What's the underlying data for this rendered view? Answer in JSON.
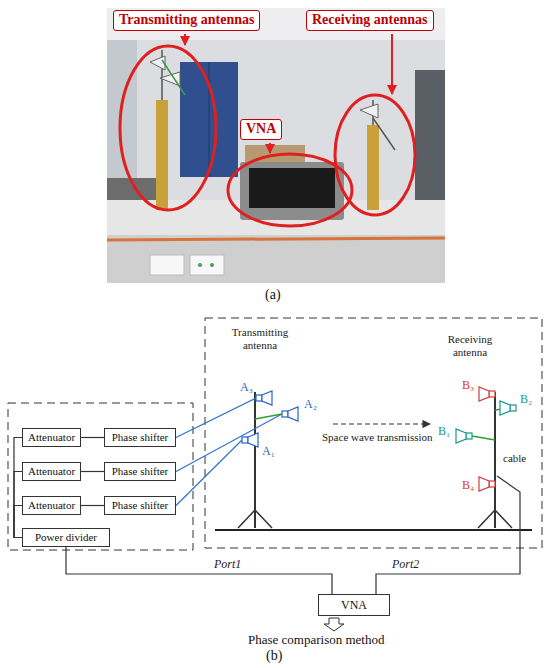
{
  "diagram": {
    "nodes": [
      {
        "text": [
          "Transmitting antennas"
        ]
      },
      {
        "text": [
          "Receiving antennas"
        ]
      },
      {
        "text": [
          "VNA"
        ]
      },
      {
        "text": [
          "Attenuator"
        ]
      },
      {
        "text": [
          "Phase shifter"
        ]
      },
      {
        "text": [
          "Attenuator"
        ]
      },
      {
        "text": [
          "Phase shifter"
        ]
      },
      {
        "text": [
          "Attenuator"
        ]
      },
      {
        "text": [
          "Phase shifter"
        ]
      },
      {
        "text": [
          "Power divider"
        ]
      },
      {
        "text": [
          "VNA"
        ]
      }
    ],
    "edges": [
      {
        "from": 3,
        "to": 4,
        "arrow": "none"
      },
      {
        "from": 5,
        "to": 6,
        "arrow": "none"
      },
      {
        "from": 7,
        "to": 8,
        "arrow": "none"
      },
      {
        "from": 9,
        "to": 3,
        "arrow": "none"
      },
      {
        "from": 9,
        "to": 5,
        "arrow": "none"
      },
      {
        "from": 9,
        "to": 7,
        "arrow": "none"
      },
      {
        "from": 9,
        "to": 10,
        "arrow": "none"
      }
    ],
    "labels": [
      "(a)",
      "Transmitting antenna",
      "Receiving antenna",
      "A₃",
      "B₃",
      "A₂",
      "B₂",
      "B₁",
      "Space wave transmission",
      "A₁",
      "cable",
      "B₄",
      "Port1",
      "Port2",
      "Phase comparison method",
      "(b)"
    ]
  }
}
